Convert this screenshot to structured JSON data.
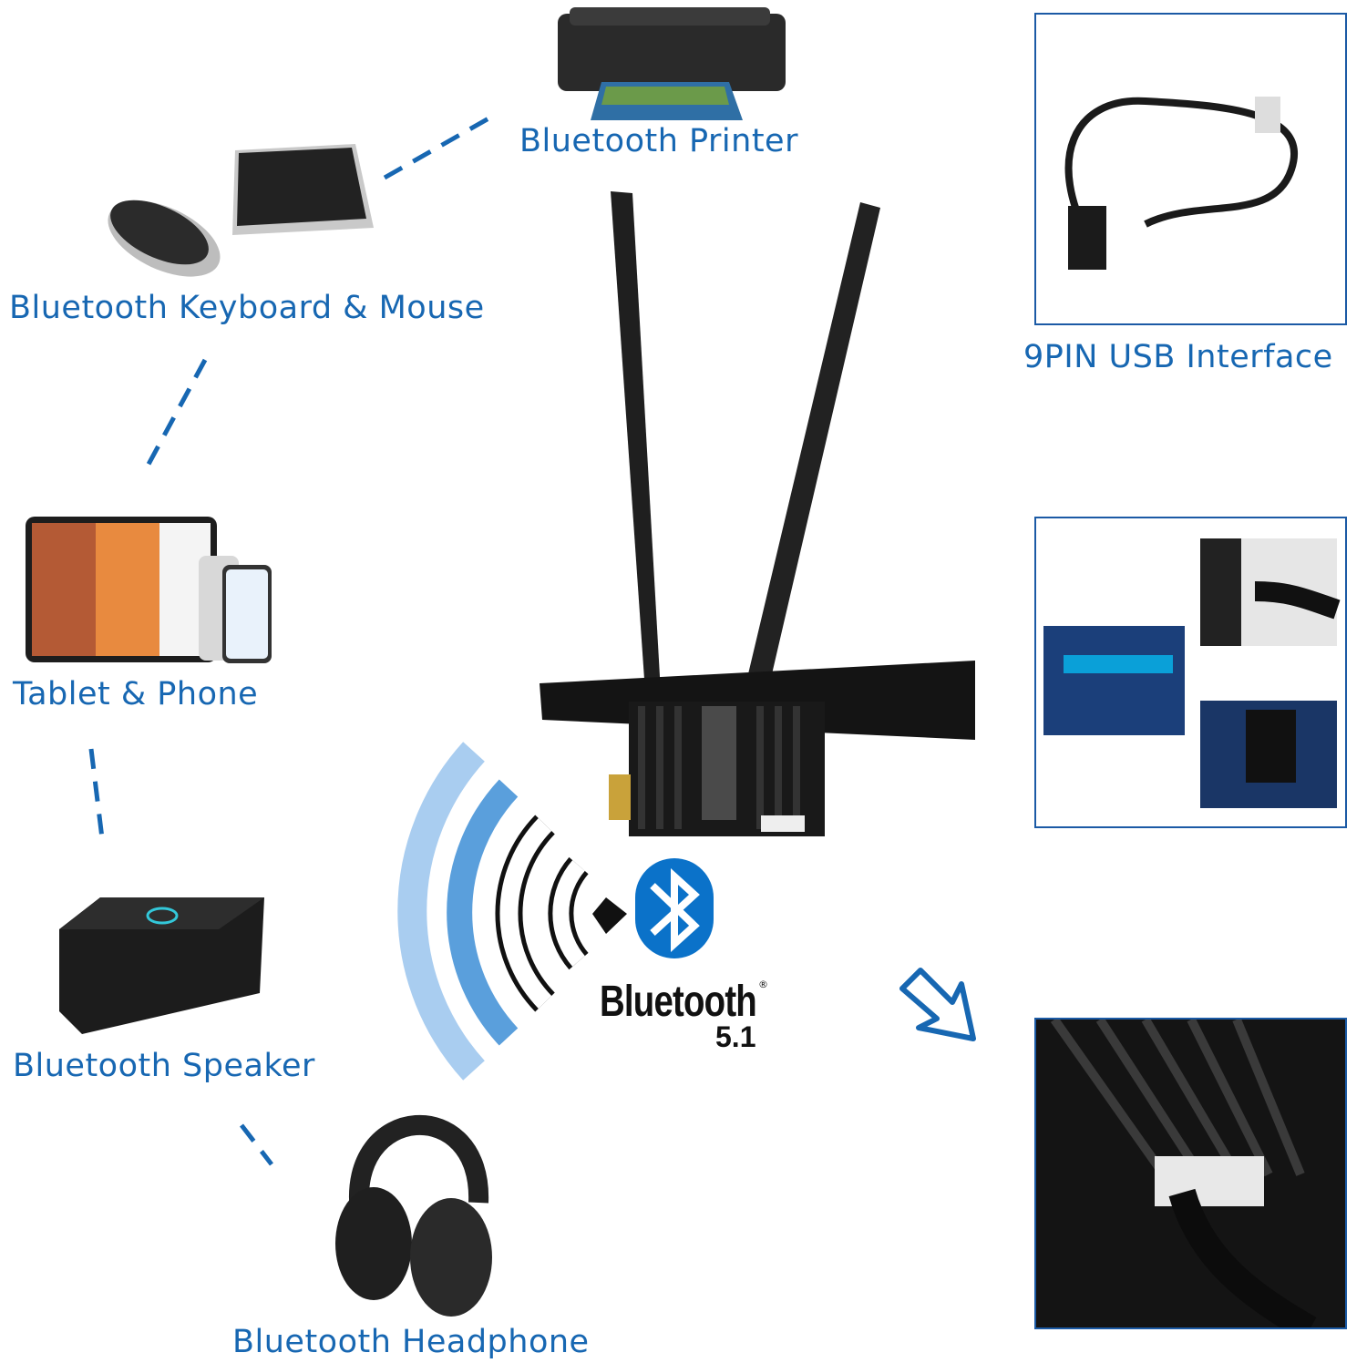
{
  "labels": {
    "printer": "Bluetooth Printer",
    "keyboard_mouse": "Bluetooth Keyboard & Mouse",
    "tablet_phone": "Tablet & Phone",
    "speaker": "Bluetooth Speaker",
    "headphone": "Bluetooth Headphone",
    "usb_interface": "9PIN USB Interface"
  },
  "bluetooth_logo": {
    "word": "Bluetooth",
    "registered": "®",
    "version": "5.1"
  },
  "colors": {
    "label_blue": "#1767b2",
    "bluetooth_blue": "#0b72c9",
    "panel_border": "#1b5aa5",
    "wave_light": "#a9cdf0",
    "wave_mid": "#5a9fdc"
  },
  "icons": [
    "printer-icon",
    "keyboard-icon",
    "mouse-icon",
    "tablet-icon",
    "phone-icon",
    "speaker-icon",
    "headphone-icon",
    "bluetooth-icon",
    "signal-waves-icon",
    "arrow-down-right-icon",
    "pcie-card-image",
    "usb-cable-image",
    "motherboard-header-image",
    "heatsink-closeup-image"
  ]
}
